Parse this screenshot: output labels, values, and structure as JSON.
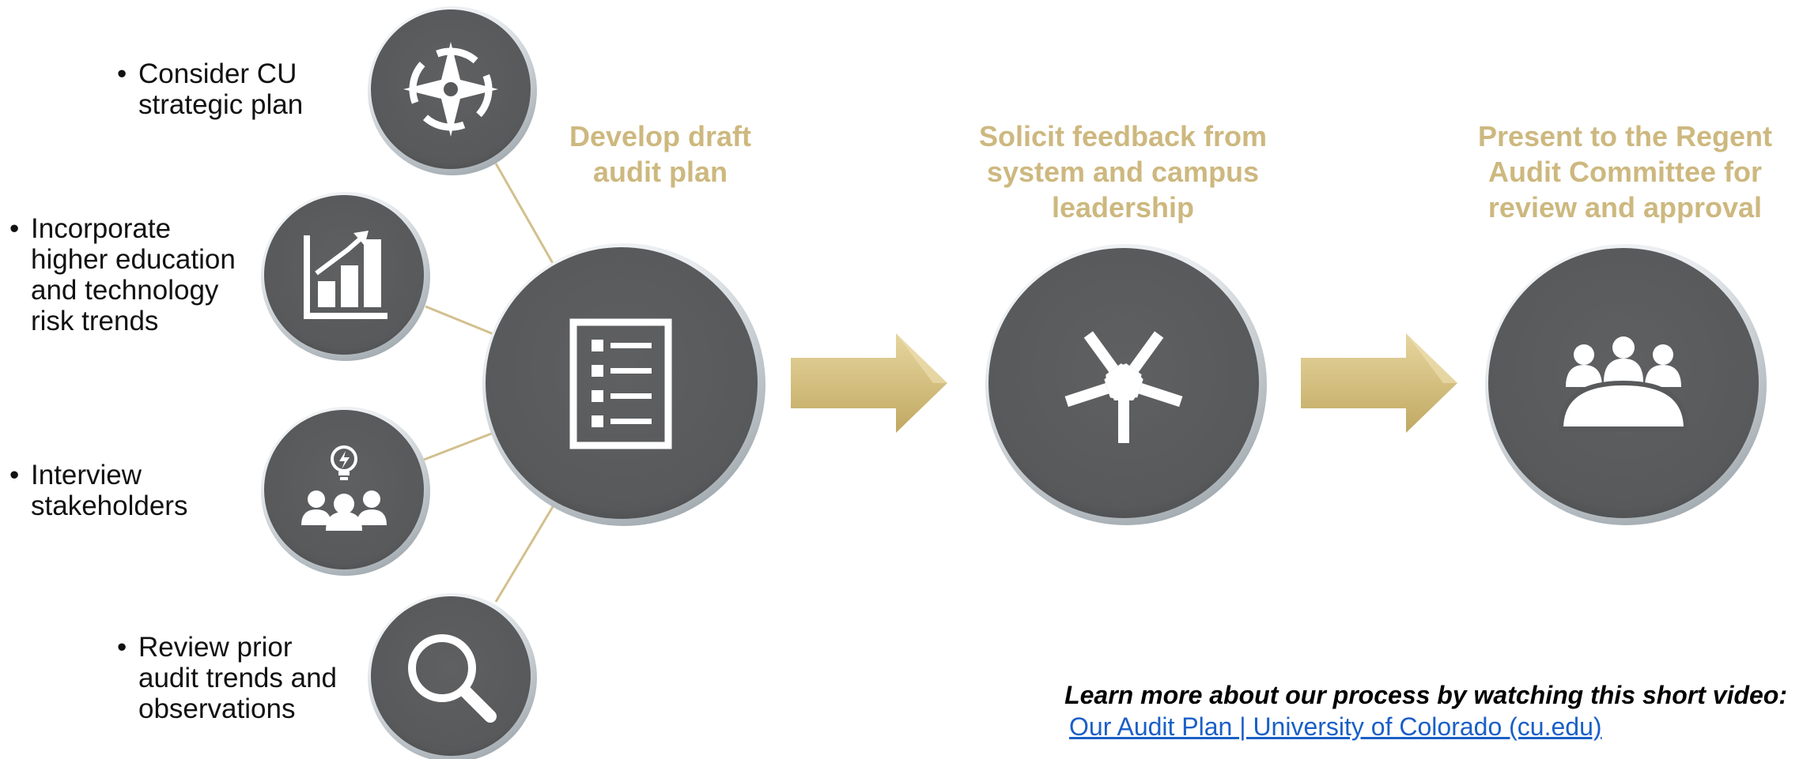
{
  "inputs": [
    {
      "id": "strategic",
      "icon": "compass-icon",
      "text": "Consider CU\nstrategic plan"
    },
    {
      "id": "trends",
      "icon": "growth-chart-icon",
      "text": "Incorporate\nhigher education\nand technology\nrisk trends"
    },
    {
      "id": "interview",
      "icon": "idea-team-icon",
      "text": "Interview\nstakeholders"
    },
    {
      "id": "review",
      "icon": "magnifying-glass-icon",
      "text": "Review prior\naudit trends and\nobservations"
    }
  ],
  "bullet_glyph": "•",
  "steps": [
    {
      "id": "develop",
      "icon": "checklist-icon",
      "heading": "Develop draft\naudit plan"
    },
    {
      "id": "solicit",
      "icon": "hands-together-icon",
      "heading": "Solicit feedback from\nsystem and campus\nleadership"
    },
    {
      "id": "present",
      "icon": "committee-table-icon",
      "heading": "Present to the Regent\nAudit Committee for\nreview and approval"
    }
  ],
  "video": {
    "caption": "Learn more about our process by watching this short video:",
    "link_text": "Our Audit Plan | University of Colorado (cu.edu)"
  },
  "colors": {
    "circle": "#58595b",
    "gold": "#cdb87f",
    "arrow_light": "#e4d29a",
    "arrow_dark": "#c2ab66",
    "connector": "#d2c08e",
    "icon": "#ffffff",
    "link": "#1a5fc7"
  }
}
